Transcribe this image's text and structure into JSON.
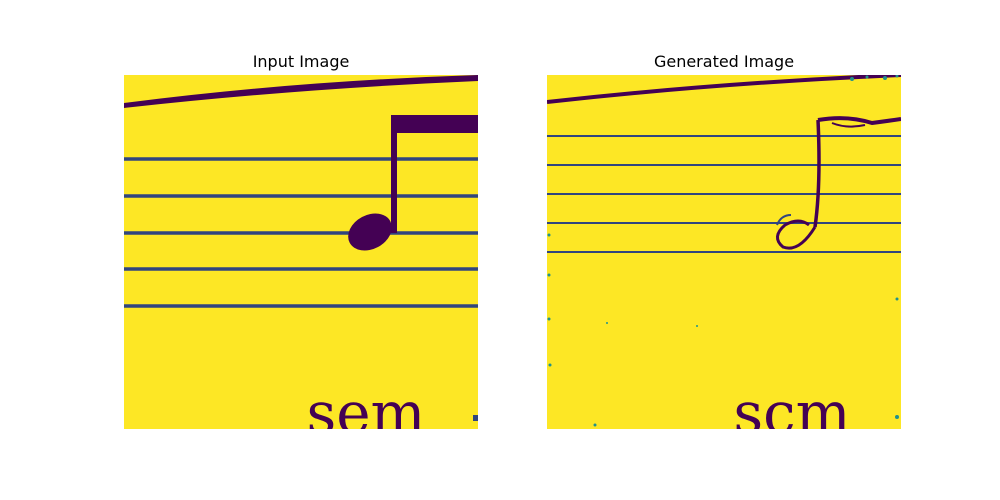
{
  "figure": {
    "panels": [
      {
        "title": "Input Image",
        "content": "staff-with-eighth-note",
        "caption_text": "sem"
      },
      {
        "title": "Generated Image",
        "content": "staff-with-eighth-note-reconstruction",
        "caption_text": "scm"
      }
    ]
  },
  "colors": {
    "background": "#fde725",
    "ink": "#440154",
    "line": "#31457e",
    "noise": "#21918c"
  }
}
